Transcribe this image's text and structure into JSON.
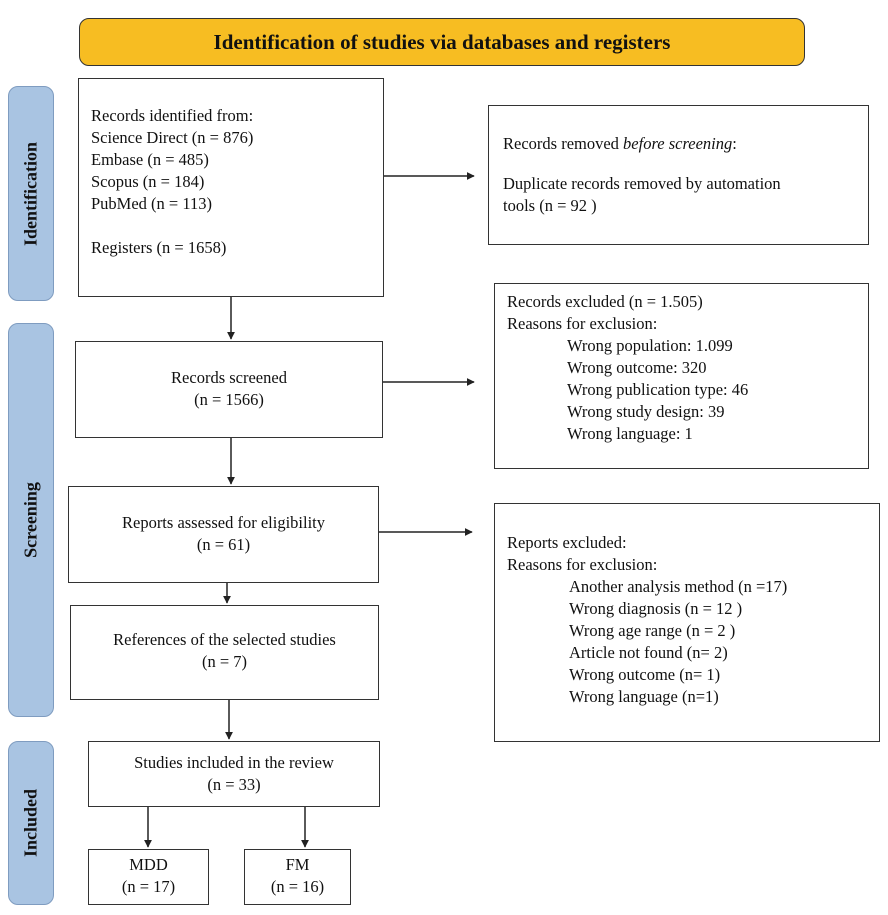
{
  "header": {
    "title": "Identification of studies via databases and registers"
  },
  "phases": {
    "identification": "Identification",
    "screening": "Screening",
    "included": "Included"
  },
  "identified": {
    "lines": [
      "Records identified from:",
      "Science Direct (n = 876)",
      "Embase (n = 485)",
      "Scopus (n = 184)",
      "PubMed (n = 113)",
      "Registers (n = 1658)"
    ]
  },
  "removed": {
    "prefix": "Records removed ",
    "emphasis": "before screening",
    "suffix": ":",
    "line2": "Duplicate records removed by automation",
    "line3": "tools  (n = 92 )"
  },
  "screened": {
    "title": "Records screened",
    "count": "(n = 1566)"
  },
  "excluded": {
    "title": "Records excluded   (n = 1.505)",
    "reasons_label": "Reasons for exclusion:",
    "reasons": [
      "Wrong population: 1.099",
      "Wrong outcome: 320",
      "Wrong publication type: 46",
      "Wrong study design: 39",
      "Wrong language: 1"
    ]
  },
  "eligibility": {
    "title": "Reports assessed for eligibility",
    "count": "(n = 61)"
  },
  "reports_excluded": {
    "title": "Reports excluded:",
    "reasons_label": "Reasons for exclusion:",
    "reasons": [
      "Another analysis method  (n =17)",
      "Wrong diagnosis (n = 12 )",
      "Wrong age range (n = 2 )",
      "Article not found (n= 2)",
      "Wrong outcome (n= 1)",
      "Wrong language (n=1)"
    ]
  },
  "references": {
    "title": "References of the selected studies",
    "count": "(n = 7)"
  },
  "included": {
    "title": "Studies included in the review",
    "count": "(n = 33)"
  },
  "mdd": {
    "title": "MDD",
    "count": "(n = 17)"
  },
  "fm": {
    "title": "FM",
    "count": "(n = 16)"
  }
}
